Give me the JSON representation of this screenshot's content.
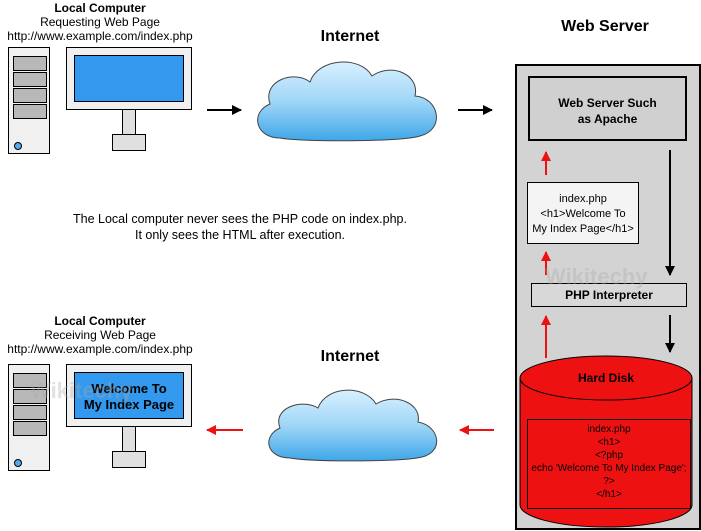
{
  "top_client": {
    "title": "Local Computer",
    "subtitle": "Requesting Web Page",
    "url": "http://www.example.com/index.php"
  },
  "bottom_client": {
    "title": "Local Computer",
    "subtitle": "Receiving Web Page",
    "url": "http://www.example.com/index.php",
    "screen_line1": "Welcome To",
    "screen_line2": "My Index Page"
  },
  "internet_top": {
    "label": "Internet"
  },
  "internet_bottom": {
    "label": "Internet"
  },
  "note": {
    "line1": "The Local computer never sees the PHP code on index.php.",
    "line2": "It only sees the HTML after execution."
  },
  "server": {
    "title": "Web Server",
    "apache_line1": "Web Server Such",
    "apache_line2": "as Apache",
    "output_file": [
      "index.php",
      "<h1>Welcome To",
      "My Index Page</h1>"
    ],
    "interpreter": "PHP Interpreter",
    "disk_label": "Hard Disk",
    "disk_file": [
      "index.php",
      "<h1>",
      "<?php",
      "echo 'Welcome To My Index Page';",
      "?>",
      "</h1>"
    ]
  },
  "colors": {
    "server_bg": "#d3d3d3",
    "screen_blue": "#3399ee",
    "disk_red": "#ee1111",
    "arrow_red": "#ee1111",
    "arrow_black": "#000000"
  },
  "watermark": "Wikitechy"
}
